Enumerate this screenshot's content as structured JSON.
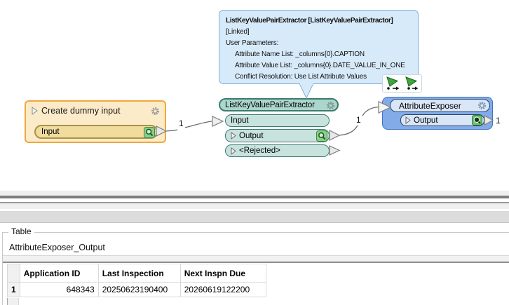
{
  "canvas": {
    "tooltip": {
      "title": "ListKeyValuePairExtractor [ListKeyValuePairExtractor]",
      "linked": "[Linked]",
      "params_header": "User Parameters:",
      "params": [
        "Attribute Name List: _columns{0}.CAPTION",
        "Attribute Value List: _columns{0}.DATE_VALUE_IN_ONE",
        "Conflict Resolution: Use List Attribute Values"
      ]
    },
    "nodes": {
      "creator": {
        "title": "Create dummy input",
        "input_port": "Input"
      },
      "extractor": {
        "title": "ListKeyValuePairExtractor",
        "input_port": "Input",
        "output_port": "Output",
        "rejected_port": "<Rejected>"
      },
      "exposer": {
        "title": "AttributeExposer",
        "output_port": "Output",
        "output_count": "1"
      }
    },
    "connections": [
      {
        "label": "1"
      },
      {
        "label": "1"
      }
    ],
    "icons": {
      "magnifier": "inspect-toggle",
      "gear": "edit-parameters",
      "cursors": "drag-connection-cursors"
    }
  },
  "preview": {
    "group_label": "Table",
    "tab": "AttributeExposer_Output",
    "table": {
      "columns": [
        "Application ID",
        "Last Inspection",
        "Next Inspn Due"
      ],
      "row_header": "1",
      "rows": [
        [
          "648343",
          "20250623190400",
          "20260619122200"
        ]
      ]
    }
  },
  "colors": {
    "creator_fill": "#FCEBC9",
    "creator_border": "#EFA73E",
    "extractor_fill": "#C8E3DD",
    "extractor_border": "#3C7A6D",
    "exposer_fill": "#83ABE7",
    "exposer_border": "#4272BE",
    "tooltip_fill": "#D7EAF9",
    "tooltip_border": "#7FAFD9",
    "inspect_green": "#3B8E3F"
  }
}
